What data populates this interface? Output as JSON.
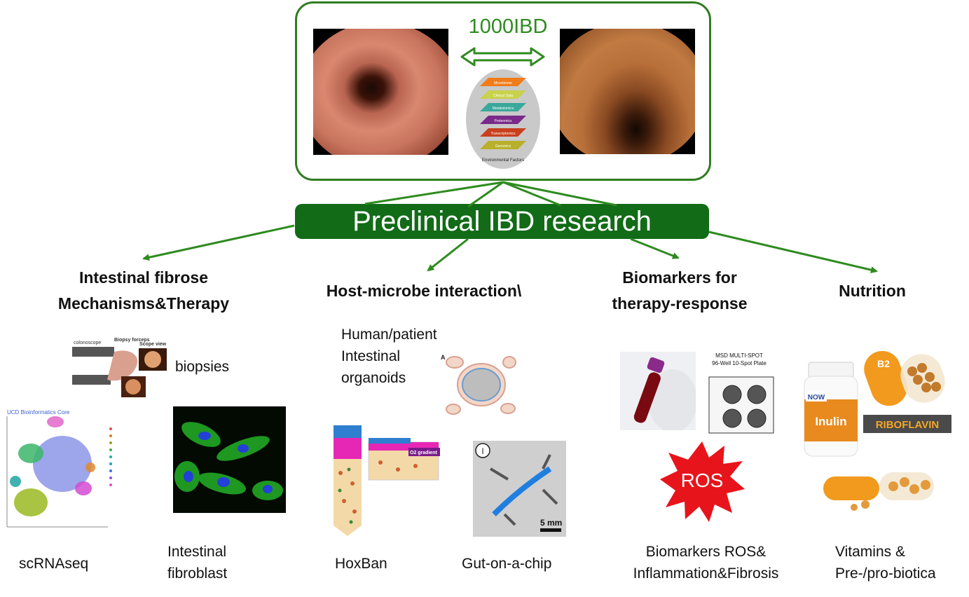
{
  "top": {
    "title": "1000IBD",
    "ellipse_layers": [
      "Microbiome",
      "Clinical Data",
      "Metabolomics",
      "Proteomics",
      "Transcriptomics",
      "Genomics"
    ],
    "ellipse_footer": "Environmental Factors"
  },
  "banner": "Preclinical IBD research",
  "columns": {
    "fibrose": {
      "heading_line1": "Intestinal fibrose",
      "heading_line2": "Mechanisms&Therapy",
      "biopsies": "biopsies",
      "scrnaseq": "scRNAseq",
      "fibroblast_line1": "Intestinal",
      "fibroblast_line2": "fibroblast",
      "figure_header": "UCD Bioinformatics Core",
      "figure_labels": [
        "colonoscope",
        "Biopsy forceps",
        "Scope view"
      ]
    },
    "host": {
      "heading": "Host-microbe interaction\\",
      "organoids_line1": "Human/patient",
      "organoids_line2": "Intestinal",
      "organoids_line3": "organoids",
      "hoxban": "HoxBan",
      "gut_chip": "Gut-on-a-chip",
      "figure_labels": [
        "A",
        "O2 gradient",
        "I",
        "5 mm"
      ]
    },
    "biomarkers": {
      "heading_line1": "Biomarkers for",
      "heading_line2": "therapy-response",
      "ros": "ROS",
      "caption_line1": "Biomarkers ROS&",
      "caption_line2": "Inflammation&Fibrosis",
      "plate_line1": "MSD MULTI-SPOT",
      "plate_line2": "96-Well 10-Spot Plate"
    },
    "nutrition": {
      "heading": "Nutrition",
      "caption_line1": "Vitamins &",
      "caption_line2": "Pre-/pro-biotica",
      "jar_brand": "NOW",
      "jar_product": "Inulin",
      "riboflavin": "RIBOFLAVIN",
      "b2": "B2"
    }
  },
  "colors": {
    "green_dark": "#126b17",
    "green_line": "#2e8b1f",
    "ros_red": "#e8141b"
  }
}
